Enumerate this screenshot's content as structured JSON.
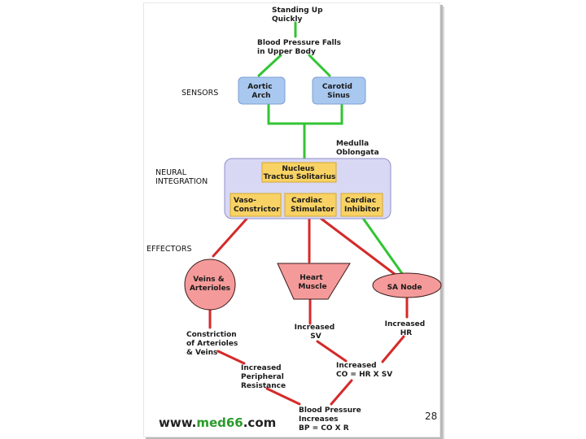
{
  "diagram": {
    "top": [
      "Standing Up",
      "Quickly"
    ],
    "bp_falls": [
      "Blood Pressure Falls",
      "in Upper Body"
    ],
    "sections": {
      "sensors": [
        "SENSORS"
      ],
      "neural": [
        "NEURAL",
        "INTEGRATION"
      ],
      "effectors": [
        "EFFECTORS"
      ]
    },
    "sensors": {
      "aortic": [
        "Aortic",
        "Arch"
      ],
      "carotid": [
        "Carotid",
        "Sinus"
      ]
    },
    "medulla": [
      "Medulla",
      "Oblongata"
    ],
    "nucleus": [
      "Nucleus",
      "Tractus Solitarius"
    ],
    "vaso": [
      "Vaso-",
      "Constrictor"
    ],
    "cardiac_stim": [
      "Cardiac",
      "Stimulator"
    ],
    "cardiac_inhib": [
      "Cardiac",
      "Inhibitor"
    ],
    "veins": [
      "Veins &",
      "Arterioles"
    ],
    "heart": [
      "Heart",
      "Muscle"
    ],
    "sa_node": [
      "SA Node"
    ],
    "constriction": [
      "Constriction",
      "of Arterioles",
      "& Veins"
    ],
    "increased_sv": [
      "Increased",
      "SV"
    ],
    "increased_hr": [
      "Increased",
      "HR"
    ],
    "peripheral": [
      "Increased",
      "Peripheral",
      "Resistance"
    ],
    "co": [
      "Increased",
      "CO = HR X SV"
    ],
    "bp_increases": [
      "Blood Pressure",
      "Increases",
      "BP = CO X R"
    ],
    "watermark": {
      "pre": "www.",
      "brand": "med66",
      "post": ".com"
    }
  },
  "colors": {
    "sensor_fill": "#a9c8ef",
    "neural_fill": "#d8d8f4",
    "node_fill": "#f8d264",
    "effector_fill": "#f59a9a",
    "green_arrow": "#33c433",
    "red_arrow": "#d42a2a"
  },
  "page_number": "28"
}
